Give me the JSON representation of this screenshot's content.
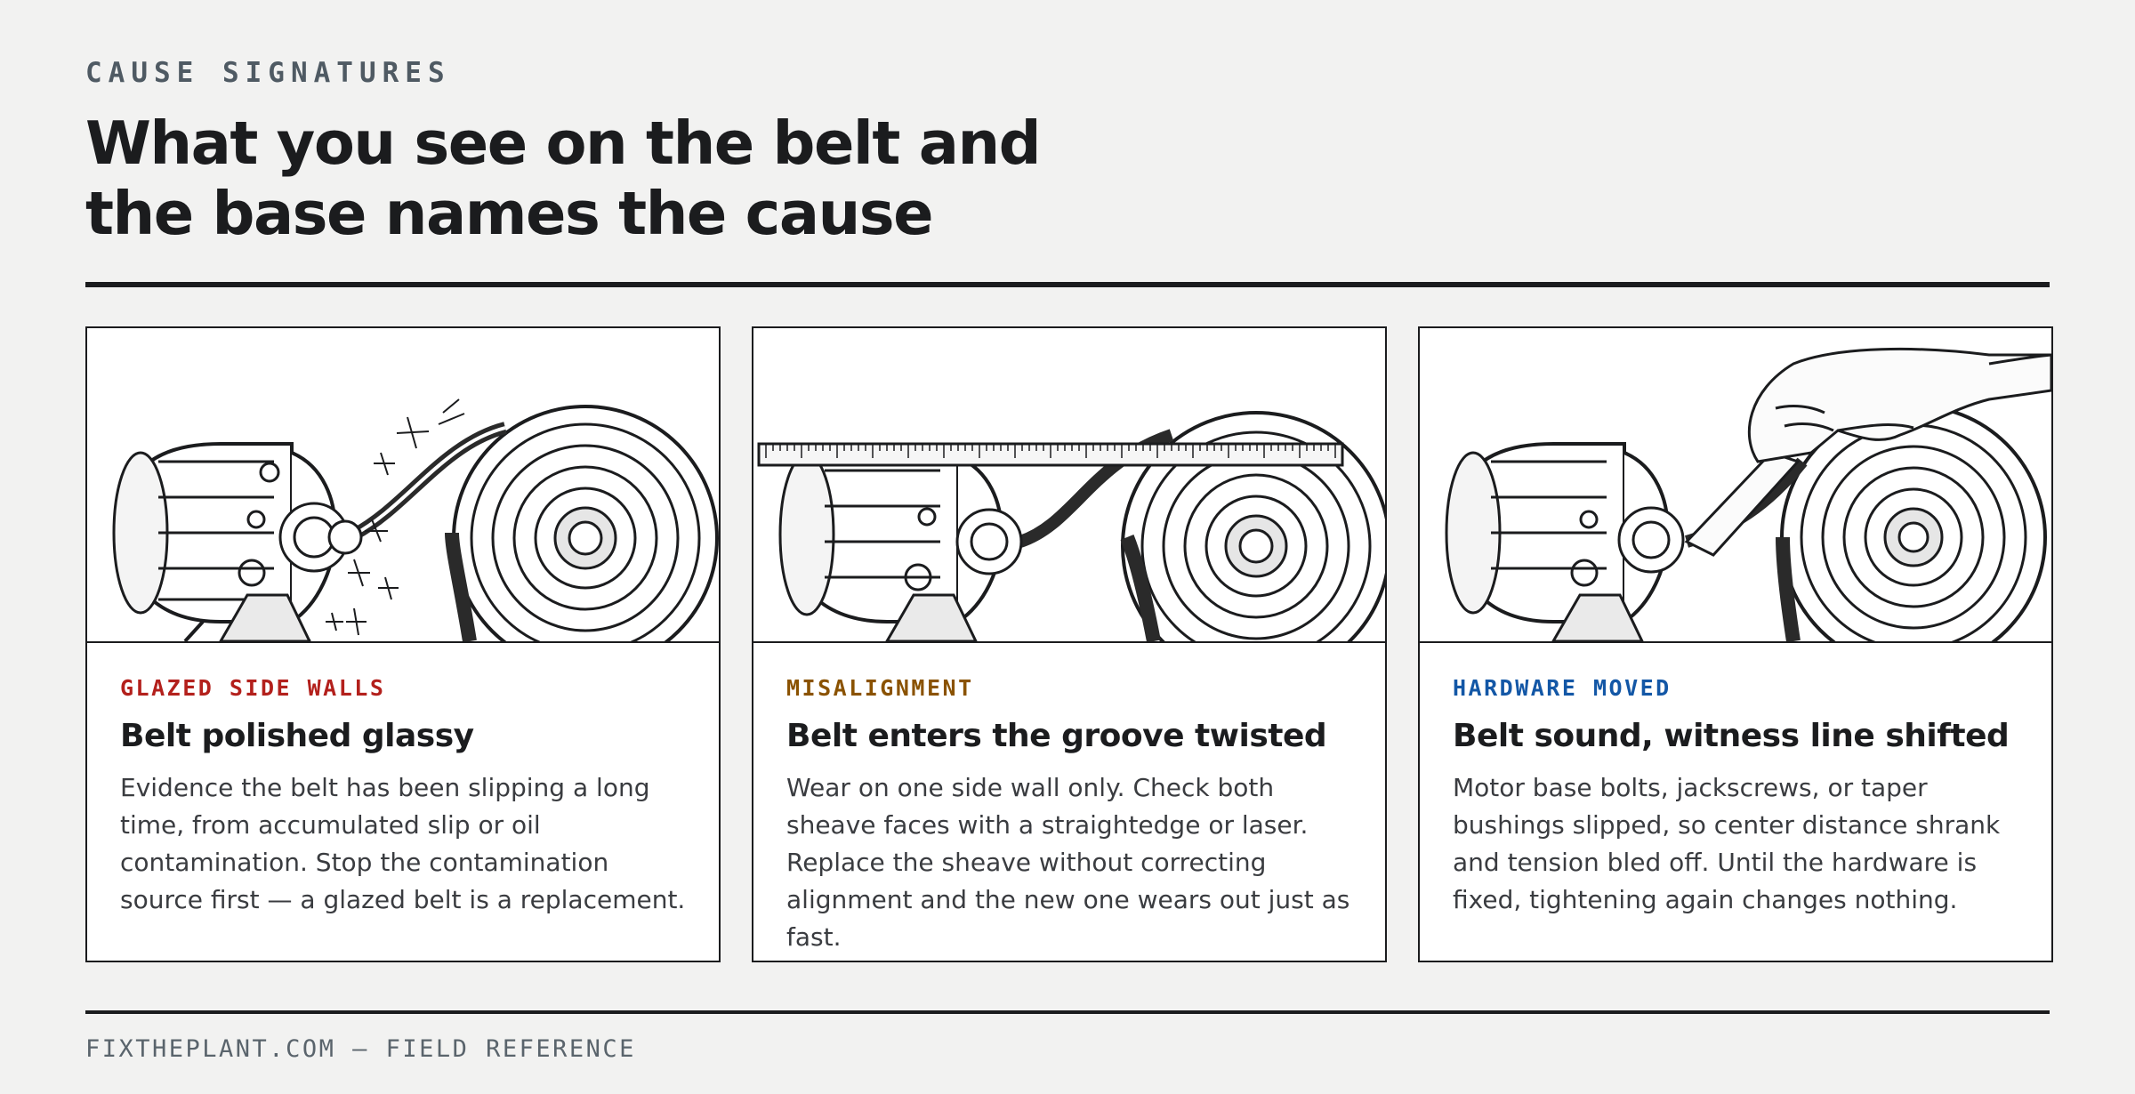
{
  "header": {
    "eyebrow": "CAUSE SIGNATURES",
    "title": "What you see on the belt and the base names the cause"
  },
  "cards": [
    {
      "kicker": "GLAZED SIDE WALLS",
      "kicker_color": "#b3201c",
      "title": "Belt polished glassy",
      "text": "Evidence the belt has been slipping a long time, from accumulated slip or oil contamination. Stop the contamination source first — a glazed belt is a replacement."
    },
    {
      "kicker": "MISALIGNMENT",
      "kicker_color": "#8a5200",
      "title": "Belt enters the groove twisted",
      "text": "Wear on one side wall only. Check both sheave faces with a straightedge or laser. Replace the sheave without correcting alignment and the new one wears out just as fast."
    },
    {
      "kicker": "HARDWARE MOVED",
      "kicker_color": "#1357a6",
      "title": "Belt sound, witness line shifted",
      "text": "Motor base bolts, jackscrews, or taper bushings slipped, so center distance shrank and tension bled off. Until the hardware is fixed, tightening again changes nothing."
    }
  ],
  "footer": {
    "text": "FIXTHEPLANT.COM — FIELD REFERENCE"
  }
}
